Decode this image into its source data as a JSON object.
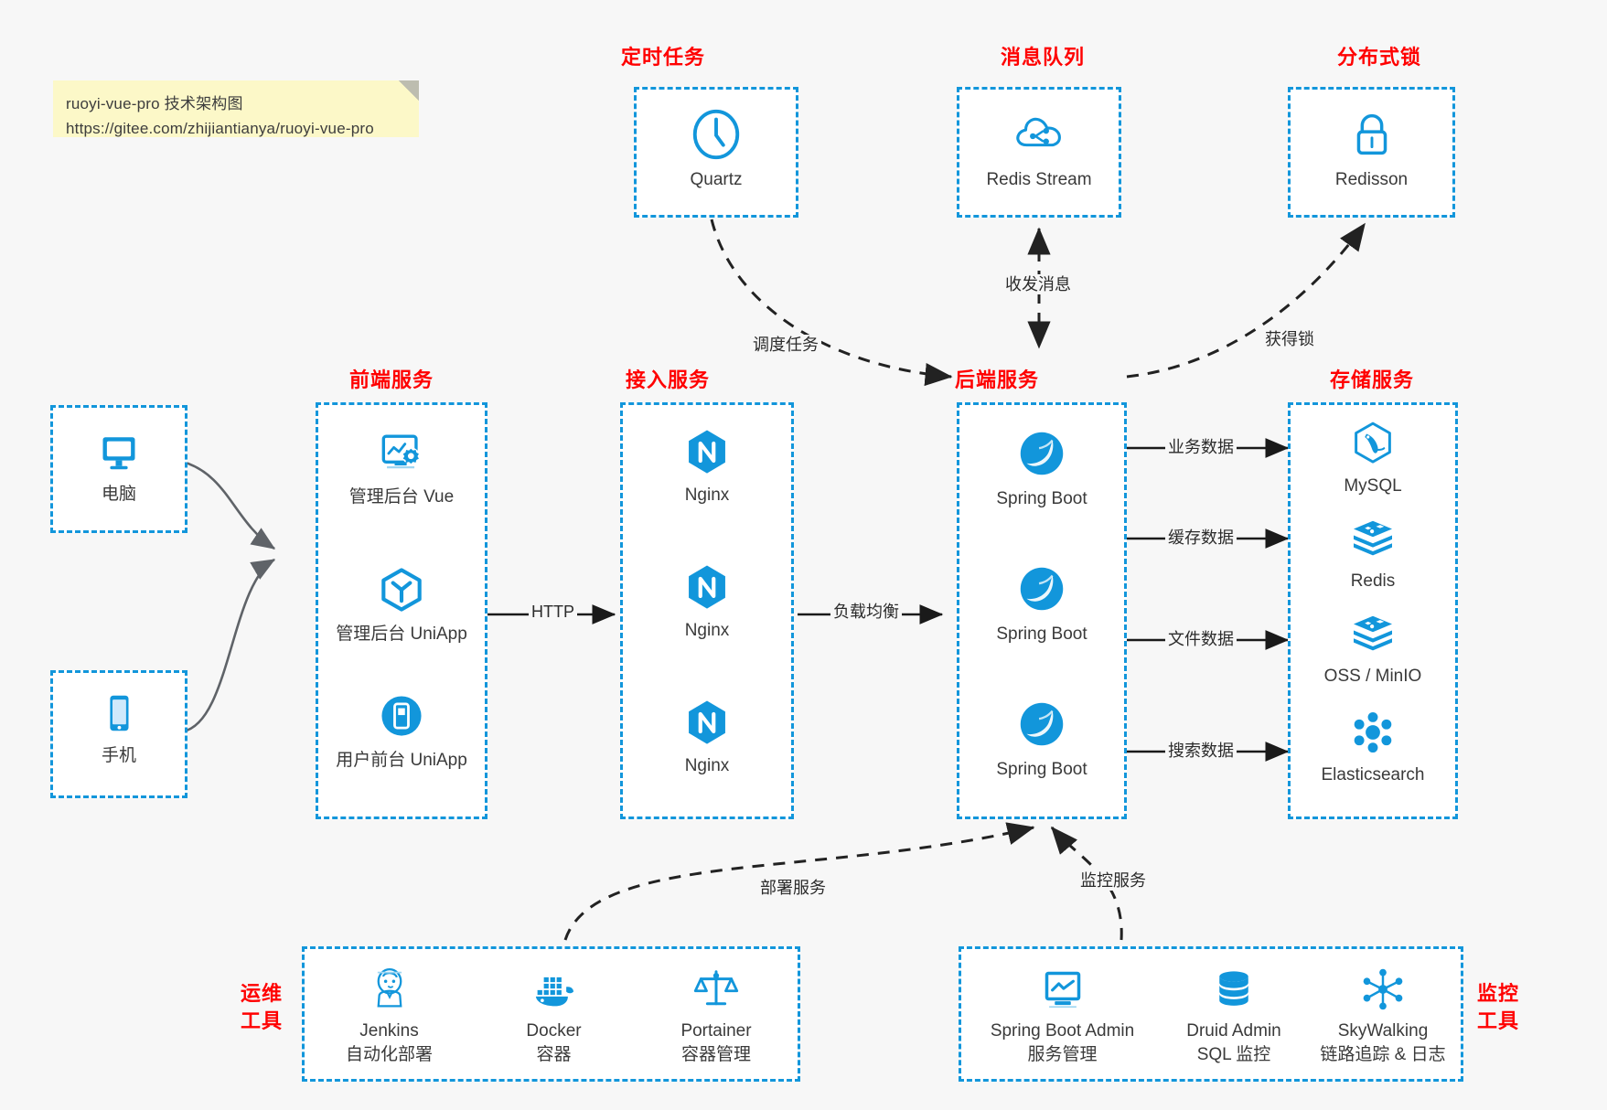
{
  "note": {
    "line1": "ruoyi-vue-pro 技术架构图",
    "line2": "https://gitee.com/zhijiantianya/ruoyi-vue-pro"
  },
  "colors": {
    "accent": "#1296db",
    "title": "#ff0000",
    "background": "#f7f7f7",
    "note_bg": "#fcf8c8",
    "text": "#3a3a3a",
    "arrow": "#1a1a1a",
    "curve": "#5a5a5a"
  },
  "groups": {
    "scheduled_task": {
      "title": "定时任务",
      "nodes": [
        {
          "icon": "clock-icon",
          "label": "Quartz"
        }
      ]
    },
    "message_queue": {
      "title": "消息队列",
      "nodes": [
        {
          "icon": "cloud-stream-icon",
          "label": "Redis Stream"
        }
      ]
    },
    "distributed_lock": {
      "title": "分布式锁",
      "nodes": [
        {
          "icon": "lock-icon",
          "label": "Redisson"
        }
      ]
    },
    "clients": {
      "nodes": [
        {
          "icon": "desktop-icon",
          "label": "电脑"
        },
        {
          "icon": "mobile-icon",
          "label": "手机"
        }
      ]
    },
    "frontend_service": {
      "title": "前端服务",
      "nodes": [
        {
          "icon": "admin-dashboard-icon",
          "label": "管理后台 Vue"
        },
        {
          "icon": "uniapp-cube-icon",
          "label": "管理后台 UniApp"
        },
        {
          "icon": "mobile-app-icon",
          "label": "用户前台 UniApp"
        }
      ]
    },
    "access_service": {
      "title": "接入服务",
      "nodes": [
        {
          "icon": "nginx-icon",
          "label": "Nginx"
        },
        {
          "icon": "nginx-icon",
          "label": "Nginx"
        },
        {
          "icon": "nginx-icon",
          "label": "Nginx"
        }
      ]
    },
    "backend_service": {
      "title": "后端服务",
      "nodes": [
        {
          "icon": "spring-boot-icon",
          "label": "Spring Boot"
        },
        {
          "icon": "spring-boot-icon",
          "label": "Spring Boot"
        },
        {
          "icon": "spring-boot-icon",
          "label": "Spring Boot"
        }
      ]
    },
    "storage_service": {
      "title": "存储服务",
      "nodes": [
        {
          "icon": "mysql-icon",
          "label": "MySQL"
        },
        {
          "icon": "redis-icon",
          "label": "Redis"
        },
        {
          "icon": "oss-minio-icon",
          "label": "OSS / MinIO"
        },
        {
          "icon": "elasticsearch-icon",
          "label": "Elasticsearch"
        }
      ]
    },
    "ops_tools": {
      "title_line1": "运维",
      "title_line2": "工具",
      "nodes": [
        {
          "icon": "jenkins-icon",
          "label": "Jenkins",
          "sub": "自动化部署"
        },
        {
          "icon": "docker-icon",
          "label": "Docker",
          "sub": "容器"
        },
        {
          "icon": "portainer-icon",
          "label": "Portainer",
          "sub": "容器管理"
        }
      ]
    },
    "monitor_tools": {
      "title_line1": "监控",
      "title_line2": "工具",
      "nodes": [
        {
          "icon": "monitor-screen-icon",
          "label": "Spring Boot Admin",
          "sub": "服务管理"
        },
        {
          "icon": "database-stack-icon",
          "label": "Druid Admin",
          "sub": "SQL 监控"
        },
        {
          "icon": "skywalking-icon",
          "label": "SkyWalking",
          "sub": "链路追踪 & 日志"
        }
      ]
    }
  },
  "edges": [
    {
      "id": "schedule-task",
      "label": "调度任务"
    },
    {
      "id": "send-receive-message",
      "label": "收发消息"
    },
    {
      "id": "acquire-lock",
      "label": "获得锁"
    },
    {
      "id": "http",
      "label": "HTTP"
    },
    {
      "id": "load-balance",
      "label": "负载均衡"
    },
    {
      "id": "business-data",
      "label": "业务数据"
    },
    {
      "id": "cache-data",
      "label": "缓存数据"
    },
    {
      "id": "file-data",
      "label": "文件数据"
    },
    {
      "id": "search-data",
      "label": "搜索数据"
    },
    {
      "id": "deploy-service",
      "label": "部署服务"
    },
    {
      "id": "monitor-service",
      "label": "监控服务"
    }
  ]
}
